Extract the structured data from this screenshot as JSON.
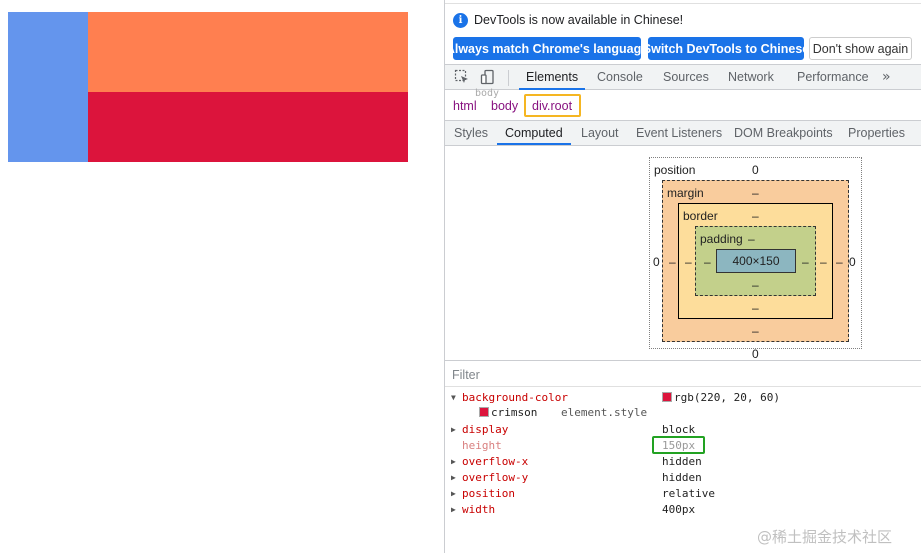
{
  "colors": {
    "cornflowerblue": "#6495ed",
    "coral": "#ff7f50",
    "crimson": "#dc143c",
    "devtools_blue": "#1a73e8",
    "breadcrumb_highlight": "#f5b622",
    "height_highlight": "#22a222"
  },
  "infobar": {
    "icon": "info-icon",
    "message": "DevTools is now available in Chinese!",
    "buttons": {
      "match_language": "Always match Chrome's language",
      "switch_language": "Switch DevTools to Chinese",
      "dismiss": "Don't show again"
    }
  },
  "main_tabs": {
    "icons": [
      "inspect-element-icon",
      "device-toggle-icon"
    ],
    "items": [
      "Elements",
      "Console",
      "Sources",
      "Network",
      "Performance"
    ],
    "active": "Elements",
    "more": "»"
  },
  "breadcrumb": {
    "cut_off": "body",
    "items": [
      "html",
      "body",
      "div.root"
    ]
  },
  "sub_tabs": {
    "items": [
      "Styles",
      "Computed",
      "Layout",
      "Event Listeners",
      "DOM Breakpoints",
      "Properties"
    ],
    "active": "Computed"
  },
  "box_model": {
    "position": {
      "label": "position",
      "top": "0",
      "right": "0",
      "bottom": "0",
      "left": "0"
    },
    "margin": {
      "label": "margin",
      "top": "–",
      "right": "–",
      "bottom": "–",
      "left": "–"
    },
    "border": {
      "label": "border",
      "top": "–",
      "right": "–",
      "bottom": "–",
      "left": "–"
    },
    "padding": {
      "label": "padding",
      "top": "–",
      "right": "–",
      "bottom": "–",
      "left": "–"
    },
    "content": "400×150"
  },
  "filter": {
    "placeholder": "Filter"
  },
  "computed": [
    {
      "name": "background-color",
      "value": "rgb(220, 20, 60)",
      "expanded": true,
      "sub_value": "crimson",
      "sub_source": "element.style"
    },
    {
      "name": "display",
      "value": "block"
    },
    {
      "name": "height",
      "value": "150px",
      "inherited": true
    },
    {
      "name": "overflow-x",
      "value": "hidden"
    },
    {
      "name": "overflow-y",
      "value": "hidden"
    },
    {
      "name": "position",
      "value": "relative"
    },
    {
      "name": "width",
      "value": "400px"
    }
  ],
  "watermark": "@稀土掘金技术社区"
}
